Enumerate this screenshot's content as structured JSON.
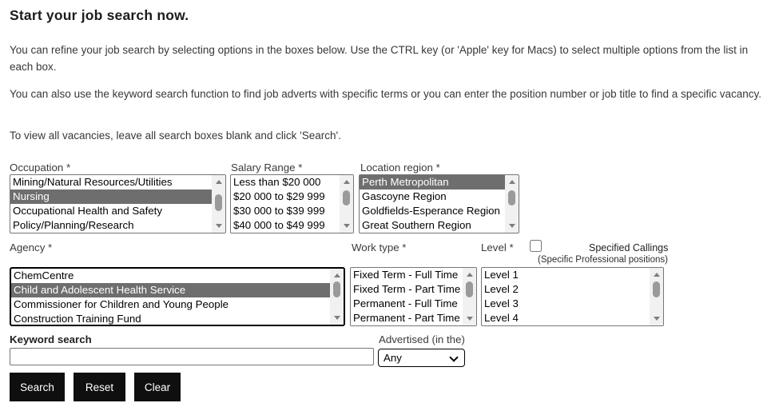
{
  "page": {
    "title": "Start your job search now.",
    "paragraphs": [
      "You can refine your job search by selecting options in the boxes below. Use the CTRL key (or 'Apple' key for Macs) to select multiple options from the list in each box.",
      "You can also use the keyword search function to find job adverts with specific terms or you can enter the position number or job title to find a specific vacancy.",
      "To view all vacancies, leave all search boxes blank and click 'Search'."
    ]
  },
  "filters": {
    "occupation": {
      "label": "Occupation *",
      "options": [
        "Mining/Natural Resources/Utilities",
        "Nursing",
        "Occupational Health and Safety",
        "Policy/Planning/Research"
      ],
      "selected_index": 1
    },
    "salary_range": {
      "label": "Salary Range *",
      "options": [
        "Less than $20 000",
        "$20 000 to $29 999",
        "$30 000 to $39 999",
        "$40 000 to $49 999"
      ],
      "selected_index": -1
    },
    "location_region": {
      "label": "Location region *",
      "options": [
        "Perth Metropolitan",
        "Gascoyne Region",
        "Goldfields-Esperance Region",
        "Great Southern Region"
      ],
      "selected_index": 0
    },
    "agency": {
      "label": "Agency *",
      "options": [
        "ChemCentre",
        "Child and Adolescent Health Service",
        "Commissioner for Children and Young People",
        "Construction Training Fund"
      ],
      "selected_index": 1
    },
    "work_type": {
      "label": "Work type *",
      "options": [
        "Fixed Term - Full Time",
        "Fixed Term - Part Time",
        "Permanent - Full Time",
        "Permanent - Part Time"
      ],
      "selected_index": -1
    },
    "level": {
      "label": "Level *",
      "options": [
        "Level 1",
        "Level 2",
        "Level 3",
        "Level 4"
      ],
      "selected_index": -1
    },
    "specified_callings": {
      "label": "Specified Callings",
      "sublabel": "(Specific Professional positions)",
      "checked": false
    }
  },
  "keyword_search": {
    "label": "Keyword search",
    "value": ""
  },
  "advertised": {
    "label": "Advertised (in the)",
    "selected": "Any"
  },
  "buttons": {
    "search": "Search",
    "reset": "Reset",
    "clear": "Clear"
  },
  "colors": {
    "selected_option_bg": "#6e6e6e",
    "selected_option_text": "#ffffff",
    "button_bg": "#0f0f0f",
    "button_text": "#ffffff",
    "scrollbar_track": "#f1f1f1",
    "scrollbar_thumb": "#9a9a9a"
  }
}
